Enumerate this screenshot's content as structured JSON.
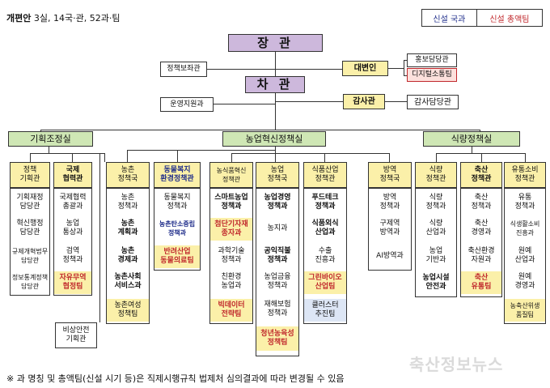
{
  "header": {
    "summary_bold": "개편안",
    "summary_rest": " 3실, 14국·관, 52과·팀",
    "legend_dept": "신설 국과",
    "legend_team": "신설 총액팀"
  },
  "top": {
    "minister": "장   관",
    "vice_minister": "차   관",
    "policy_aide": "정책보좌관",
    "spokesperson": "대변인",
    "pr_officer": "홍보담당관",
    "digital_team": "디지털소통팀",
    "ops_support": "운영지원과",
    "audit": "감사관",
    "audit_officer": "감사담당관"
  },
  "offices": [
    "기획조정실",
    "농업혁신정책실",
    "식량정책실"
  ],
  "columns": [
    {
      "header": "정책\n기획관",
      "style": "y",
      "items": [
        {
          "t": "기획재정\n담당관"
        },
        {
          "t": "혁신행정\n담당관"
        },
        {
          "t": "규제개혁법무\n담당관"
        },
        {
          "t": "정보통계정책\n담당관"
        }
      ]
    },
    {
      "header": "국제\n협력관",
      "style": "y",
      "bold": true,
      "items": [
        {
          "t": "국제협력\n총괄과"
        },
        {
          "t": "농업\n통상과"
        },
        {
          "t": "검역\n정책과"
        },
        {
          "t": "자유무역\n협정팀",
          "c": "team",
          "bg": "y"
        }
      ]
    },
    {
      "header": "농촌\n정책국",
      "style": "y",
      "items": [
        {
          "t": "농촌\n정책과"
        },
        {
          "t": "농촌\n계획과",
          "b": true
        },
        {
          "t": "농촌\n경제과",
          "b": true
        },
        {
          "t": "농촌사회\n서비스과",
          "b": true
        },
        {
          "t": "농촌여성\n정책팀",
          "bg": "y"
        }
      ]
    },
    {
      "header": "동물복지\n환경정책관",
      "style": "y",
      "hc": "dept",
      "items": [
        {
          "t": "동물복지\n정책과"
        },
        {
          "t": "농촌탄소중립\n정책과",
          "c": "dept"
        },
        {
          "t": "반려산업\n동물의료팀",
          "c": "team",
          "bg": "y"
        }
      ]
    },
    {
      "header": "농식품혁신\n정책관",
      "style": "y",
      "items": [
        {
          "t": "스마트농업\n정책과",
          "b": true
        },
        {
          "t": "첨단기자재\n종자과",
          "c": "team",
          "bg": "y"
        },
        {
          "t": "과학기술\n정책과"
        },
        {
          "t": "친환경\n농업과"
        },
        {
          "t": "빅데이터\n전략팀",
          "c": "team",
          "bg": "y"
        }
      ]
    },
    {
      "header": "농업\n정책국",
      "style": "y",
      "items": [
        {
          "t": "농업경영\n정책과",
          "b": true
        },
        {
          "t": "농지과"
        },
        {
          "t": "공익직불\n정책과",
          "b": true
        },
        {
          "t": "농업금융\n정책과"
        },
        {
          "t": "재해보험\n정책과"
        },
        {
          "t": "청년농육성\n정책팀",
          "c": "team",
          "bg": "y"
        }
      ]
    },
    {
      "header": "식품산업\n정책관",
      "style": "y",
      "items": [
        {
          "t": "푸드테크\n정책과",
          "b": true
        },
        {
          "t": "식품외식\n산업과",
          "b": true
        },
        {
          "t": "수출\n진흥과"
        },
        {
          "t": "그린바이오\n산업팀",
          "c": "team",
          "bg": "y"
        },
        {
          "t": "클러스터\n추진팀",
          "bg": "b"
        }
      ]
    },
    {
      "header": "방역\n정책국",
      "style": "y",
      "items": [
        {
          "t": "방역\n정책과"
        },
        {
          "t": "구제역\n방역과"
        },
        {
          "t": "AI방역과"
        }
      ]
    },
    {
      "header": "식량\n정책관",
      "style": "y",
      "items": [
        {
          "t": "식량\n정책과"
        },
        {
          "t": "식량\n산업과"
        },
        {
          "t": "농업\n기반과"
        },
        {
          "t": "농업시설\n안전과",
          "b": true
        }
      ]
    },
    {
      "header": "축산\n정책관",
      "style": "y",
      "bold": true,
      "items": [
        {
          "t": "축산\n정책과"
        },
        {
          "t": "축산\n경영과"
        },
        {
          "t": "축산환경\n자원과"
        },
        {
          "t": "축산\n유통팀",
          "c": "team",
          "bg": "y"
        }
      ]
    },
    {
      "header": "유통소비\n정책관",
      "style": "y",
      "items": [
        {
          "t": "유통\n정책과"
        },
        {
          "t": "식생활소비\n진흥과"
        },
        {
          "t": "원예\n산업과"
        },
        {
          "t": "원예\n경영과"
        },
        {
          "t": "농축산위생\n품질팀",
          "bg": "y"
        }
      ]
    }
  ],
  "extra": "비상안전\n기획관",
  "footnote": "※ 과 명칭 및 총액팀(신설 시기 등)은 직제시행규칙 법제처 심의결과에 따라 변경될 수 있음",
  "watermark": "축산정보뉴스",
  "colors": {
    "purple": "#cdb8dc",
    "yellow": "#fbf0a9",
    "green": "#cfe7b5",
    "navy": "#1f2d8a",
    "red": "#c0282c"
  }
}
